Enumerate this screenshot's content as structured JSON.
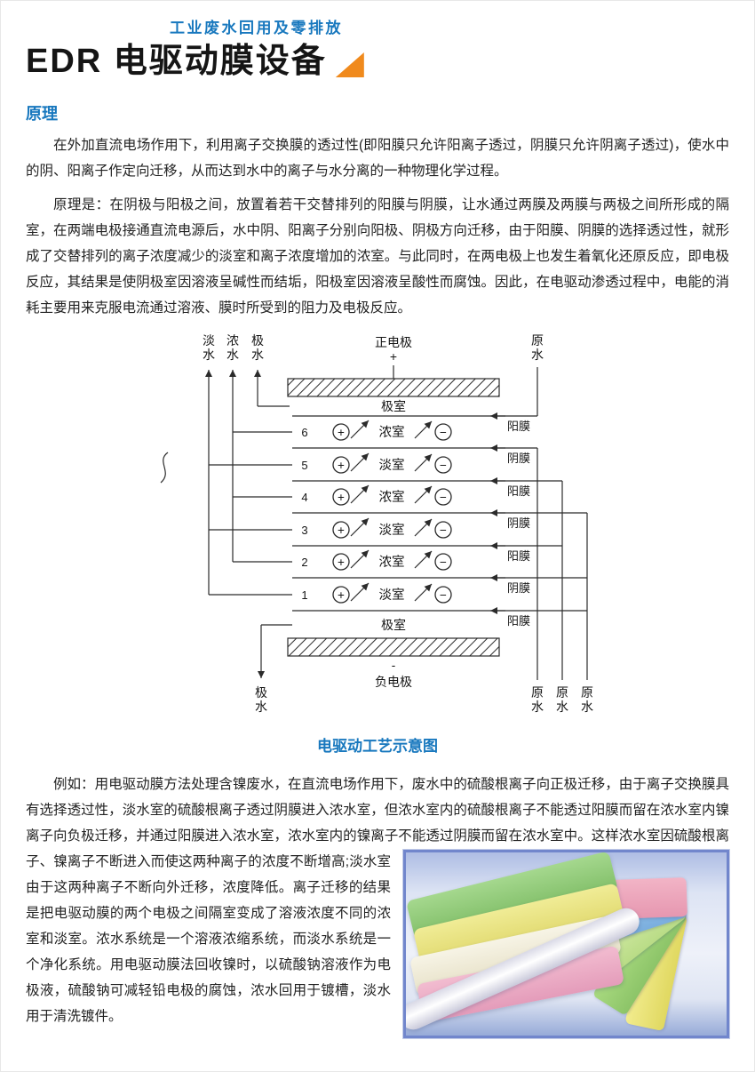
{
  "header": {
    "subtitle": "工业废水回用及零排放",
    "title": "EDR 电驱动膜设备"
  },
  "principle": {
    "heading": "原理",
    "para1": "在外加直流电场作用下，利用离子交换膜的透过性(即阳膜只允许阳离子透过，阴膜只允许阴离子透过)，使水中的阴、阳离子作定向迁移，从而达到水中的离子与水分离的一种物理化学过程。",
    "para2": "原理是：在阴极与阳极之间，放置着若干交替排列的阳膜与阴膜，让水通过两膜及两膜与两极之间所形成的隔室，在两端电极接通直流电源后，水中阴、阳离子分别向阳极、阴极方向迁移，由于阳膜、阴膜的选择透过性，就形成了交替排列的离子浓度减少的淡室和离子浓度增加的浓室。与此同时，在两电极上也发生着氧化还原反应，即电极反应，其结果是使阴极室因溶液呈碱性而结垢，阳极室因溶液呈酸性而腐蚀。因此，在电驱动渗透过程中，电能的消耗主要用来克服电流通过溶液、膜时所受到的阻力及电极反应。",
    "para3": "例如：用电驱动膜方法处理含镍废水，在直流电场作用下，废水中的硫酸根离子向正极迁移，由于离子交换膜具有选择透过性，淡水室的硫酸根离子透过阴膜进入浓水室，但浓水室内的硫酸根离子不能透过阳膜而留在浓水室内镍离子向负极迁移，并通过阳膜进入浓水室，浓水室内的镍离子不能透过阴膜而留在浓水室中。这样浓水室因硫酸根离子、镍离子不断进入而使这两种离子的浓度不断增高;淡水室由于这两种离子不断向外迁移，浓度降低。离子迁移的结果是把电驱动膜的两个电极之间隔室变成了溶液浓度不同的浓室和淡室。浓水系统是一个溶液浓缩系统，而淡水系统是一个净化系统。用电驱动膜法回收镍时，以硫酸钠溶液作为电极液，硫酸钠可减轻铅电极的腐蚀，浓水回用于镀槽，淡水用于清洗镀件。"
  },
  "diagram": {
    "caption": "电驱动工艺示意图",
    "outlet_fresh": "淡水",
    "outlet_concentrate": "浓水",
    "outlet_electrode_top": "极水",
    "electrode_positive": "正电极",
    "electrode_positive_sign": "+",
    "feed_raw_top": "原水",
    "electrode_room_top": "极室",
    "membranes": [
      "阳膜",
      "阴膜",
      "阳膜",
      "阴膜",
      "阳膜",
      "阴膜",
      "阳膜"
    ],
    "plus": "+",
    "minus": "−",
    "chambers": [
      {
        "num": "6",
        "label": "浓室"
      },
      {
        "num": "5",
        "label": "淡室"
      },
      {
        "num": "4",
        "label": "浓室"
      },
      {
        "num": "3",
        "label": "淡室"
      },
      {
        "num": "2",
        "label": "浓室"
      },
      {
        "num": "1",
        "label": "淡室"
      }
    ],
    "electrode_room_bottom": "极室",
    "electrode_negative_sign": "-",
    "electrode_negative": "负电极",
    "outlet_electrode_bottom": "极水",
    "feed_raw_bottom": [
      "原水",
      "原水",
      "原水"
    ]
  },
  "colors": {
    "accent_blue": "#1878be",
    "accent_orange": "#f08a1d",
    "diagram_stroke": "#2b2b2b",
    "photo_border_blue": "#7186cc",
    "photo_sheet_green": "#8cca74",
    "photo_sheet_yellow": "#ece87e",
    "photo_sheet_cream": "#f3efdc",
    "photo_sheet_pink": "#eeb2c8",
    "photo_sheet_blue": "#86b8e2"
  }
}
